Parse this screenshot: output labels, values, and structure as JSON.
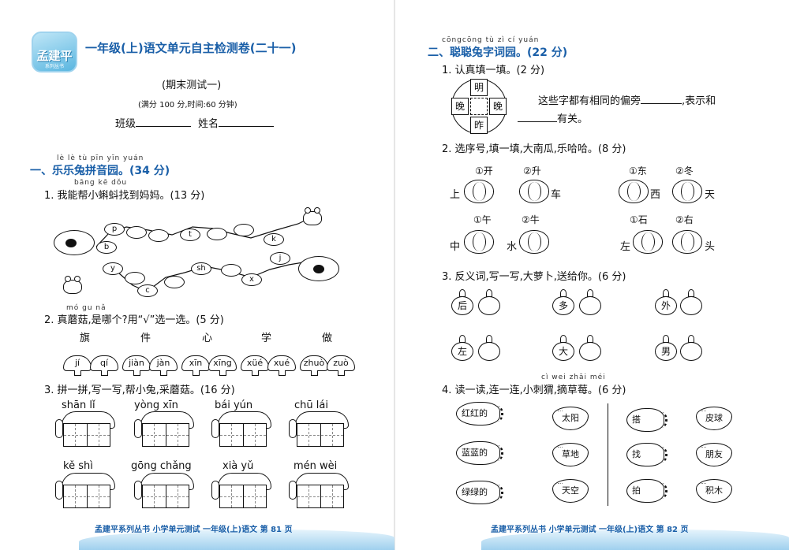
{
  "left": {
    "logo": {
      "name": "孟建平",
      "sub": "系列丛书"
    },
    "title": "一年级(上)语文单元自主检测卷(二十一)",
    "subtitle": "(期末测试一)",
    "scoring": "(满分 100 分,时间:60 分钟)",
    "class_label": "班级",
    "name_label": "姓名",
    "section1": {
      "pinyin": "lè  lè  tù  pīn yīn yuán",
      "title": "一、乐乐兔拼音园。(34 分)",
      "q1": {
        "pinyin": "bāng     kē dǒu",
        "text": "1. 我能帮小蝌蚪找到妈妈。(13 分)",
        "bubbles_top": [
          "b",
          "p",
          "",
          "",
          "t",
          "",
          "",
          "k"
        ],
        "bubbles_bottom": [
          "c",
          "y",
          "",
          "sh",
          "",
          "x",
          "",
          "j"
        ]
      },
      "q2": {
        "pinyin": "mó gu      nǎ",
        "text": "2. 真蘑菇,是哪个?用“√”选一选。(5 分)",
        "chars": [
          "旗",
          "件",
          "心",
          "学",
          "做"
        ],
        "options": [
          "jí",
          "qí",
          "jiàn",
          "jàn",
          "xīn",
          "xīng",
          "xüé",
          "xué",
          "zhuò",
          "zuò"
        ]
      },
      "q3": {
        "text": "3. 拼一拼,写一写,帮小兔,采蘑菇。(16 分)",
        "pinyin_words": [
          "shān  lǐ",
          "yòng  xīn",
          "bái  yún",
          "chū  lái",
          "kě  shì",
          "gōng chǎng",
          "xià  yǔ",
          "mén  wèi"
        ]
      }
    },
    "footer": "孟建平系列丛书   小学单元测试   一年级(上)语文   第 81 页"
  },
  "right": {
    "section2": {
      "pinyin": "cōngcōng tù  zì  cí yuán",
      "title": "二、聪聪兔字词园。(22 分)",
      "q1": {
        "text": "1. 认真填一填。(2 分)",
        "ring": {
          "top": "明",
          "left": "晚",
          "right": "晚",
          "bottom": "昨"
        },
        "sentence_a": "这些字都有相同的偏旁",
        "sentence_b": ",表示和",
        "sentence_c": "有关。"
      },
      "q2": {
        "text": "2. 选序号,填一填,大南瓜,乐哈哈。(8 分)",
        "groups": [
          {
            "opt1": "①开",
            "opt2": "②升",
            "left": "上",
            "right": "车"
          },
          {
            "opt1": "①东",
            "opt2": "②冬",
            "left": "",
            "mid": "西",
            "right": "天"
          },
          {
            "opt1": "①午",
            "opt2": "②牛",
            "left": "中",
            "mid": "水",
            "right": ""
          },
          {
            "opt1": "①石",
            "opt2": "②右",
            "left": "左",
            "right": "头"
          }
        ]
      },
      "q3": {
        "text": "3. 反义词,写一写,大萝卜,送给你。(6 分)",
        "radishes": [
          "后",
          "多",
          "外",
          "左",
          "大",
          "男"
        ]
      },
      "q4": {
        "pinyin": "cì wei zhāi  méi",
        "text": "4. 读一读,连一连,小刺猬,摘草莓。(6 分)",
        "hedgehogs_left": [
          "红红的",
          "蓝蓝的",
          "绿绿的"
        ],
        "strawberries_left": [
          "太阳",
          "草地",
          "天空"
        ],
        "hedgehogs_right": [
          "搭",
          "找",
          "拍"
        ],
        "strawberries_right": [
          "皮球",
          "朋友",
          "积木"
        ]
      }
    },
    "footer": "孟建平系列丛书   小学单元测试   一年级(上)语文   第 82 页"
  }
}
